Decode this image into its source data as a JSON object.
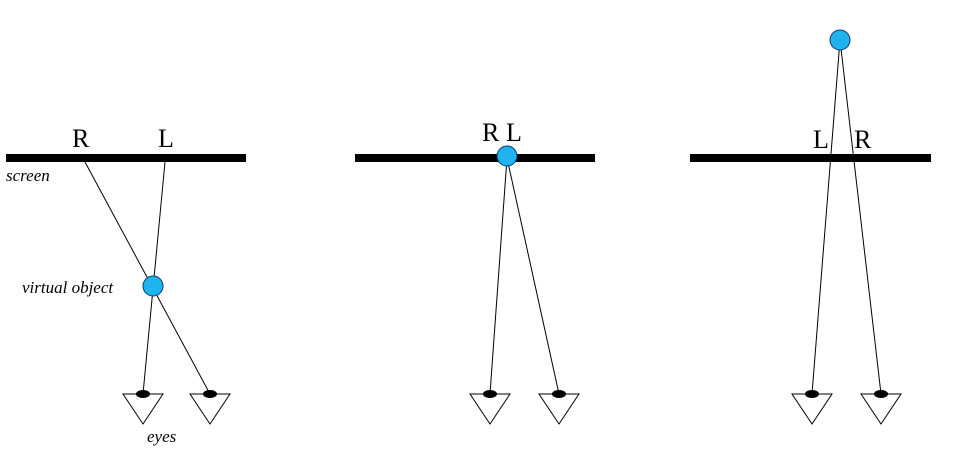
{
  "colors": {
    "object_fill": "#1fb4f0",
    "object_stroke": "#0a3a66",
    "ink": "#000000",
    "background": "#ffffff"
  },
  "labels": {
    "screen": "screen",
    "virtual_object": "virtual object",
    "eyes": "eyes"
  },
  "panels": [
    {
      "case": "object in front of screen",
      "label_R": "R",
      "label_L": "L"
    },
    {
      "case": "object on screen",
      "label_R": "R",
      "label_L": "L"
    },
    {
      "case": "object behind screen",
      "label_L": "L",
      "label_R": "R"
    }
  ],
  "icons": {
    "eye": "eye-icon",
    "object": "circle-object"
  }
}
